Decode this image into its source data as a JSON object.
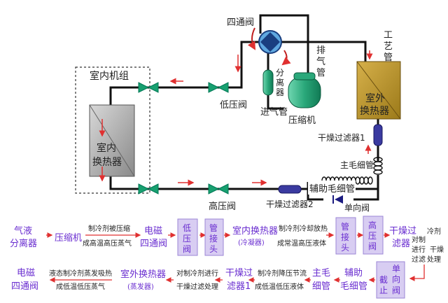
{
  "top": {
    "four_way_valve": "四通阀",
    "exhaust_pipe": [
      "排",
      "气",
      "管"
    ],
    "process_pipe": [
      "工",
      "艺",
      "管"
    ],
    "separator": [
      "分",
      "离",
      "器"
    ],
    "indoor_unit": "室内机组",
    "low_pressure_valve": "低压阀",
    "intake_pipe": "进气管",
    "compressor": "压缩机",
    "outdoor_hx": [
      "室外",
      "换热器"
    ],
    "indoor_hx": [
      "室内",
      "换热器"
    ],
    "dry_filter_1": "干燥过滤器1",
    "main_capillary": "主毛细管",
    "aux_capillary": "辅助毛细管",
    "high_pressure_valve": "高压阀",
    "dry_filter_2": "干燥过滤器2",
    "check_valve": "单向阀"
  },
  "flow1": {
    "gas_liquid_separator": [
      "气液",
      "分离器"
    ],
    "compressor": "压缩机",
    "compress_top": "制冷剂被压缩",
    "compress_bottom": "成高温高压蒸气",
    "solenoid_4way": [
      "电磁",
      "四通阀"
    ],
    "low_valve": [
      "低",
      "压",
      "阀"
    ],
    "pipe_joint_1": [
      "管",
      "接",
      "头"
    ],
    "indoor_hx": "室内换热器",
    "condenser": "(冷凝器)",
    "release_top": "制冷剂冷却放热",
    "release_bottom": "成常温高压液体",
    "pipe_joint_2": [
      "管",
      "接",
      "头"
    ],
    "high_valve": [
      "高",
      "压",
      "阀"
    ],
    "dry_filter": [
      "干燥过",
      "滤器"
    ],
    "right_top": "冷剂",
    "right_mid": [
      "对制",
      "进行",
      "过滤"
    ],
    "right_bot": [
      "干燥",
      "处理"
    ]
  },
  "flow2": {
    "solenoid_4way": [
      "电磁",
      "四通阀"
    ],
    "evap_top": "液态制冷剂蒸发吸热",
    "evap_bottom": "成低温低压蒸气",
    "outdoor_hx": "室外换热器",
    "evaporator": "(蒸发器)",
    "filter_top": "对制冷剂进行",
    "filter_bottom": "干燥过滤处理",
    "dry_filter_1": [
      "干燥过",
      "滤器1"
    ],
    "throttle_top": "制冷剂降压节流",
    "throttle_bottom": "成低温低压液体",
    "main_capillary": [
      "主毛",
      "细管"
    ],
    "aux_capillary": [
      "辅助",
      "毛细管"
    ],
    "check_valve": [
      "截",
      "单",
      "向",
      "止",
      "阀"
    ]
  }
}
